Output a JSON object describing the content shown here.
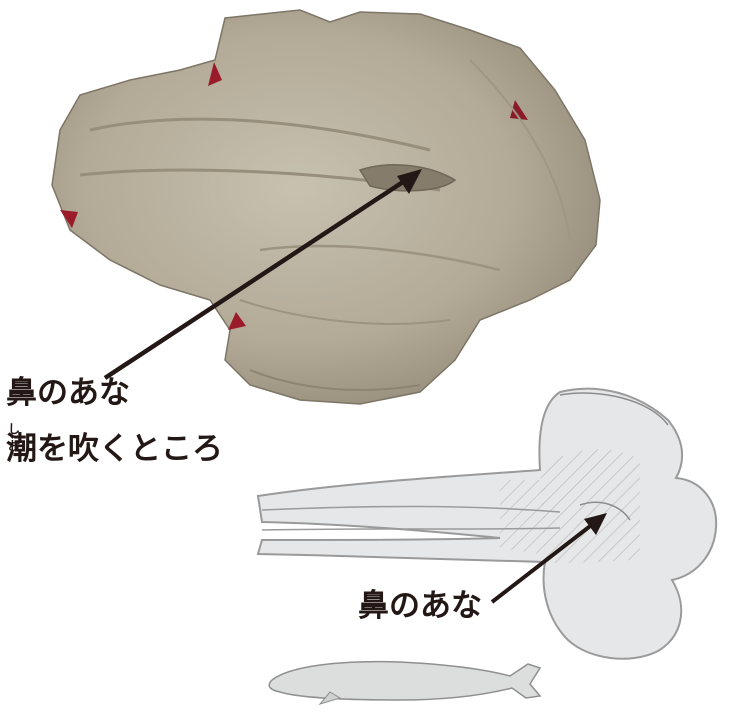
{
  "labels": {
    "blowhole_top": "鼻のあな",
    "furigana": "しお",
    "spout_place": "潮を吹くところ",
    "blowhole_bottom": "鼻のあな"
  },
  "icons": {
    "fossil": "fossil-skull-photo",
    "skull_diagram": "whale-skull-drawing",
    "whale": "whale-silhouette"
  },
  "colors": {
    "text": "#231815",
    "fossil_base": "#b5ad9c",
    "drawing_fill": "#e6e7e8",
    "drawing_line": "#9a9a9a",
    "arrow": "#231815"
  }
}
